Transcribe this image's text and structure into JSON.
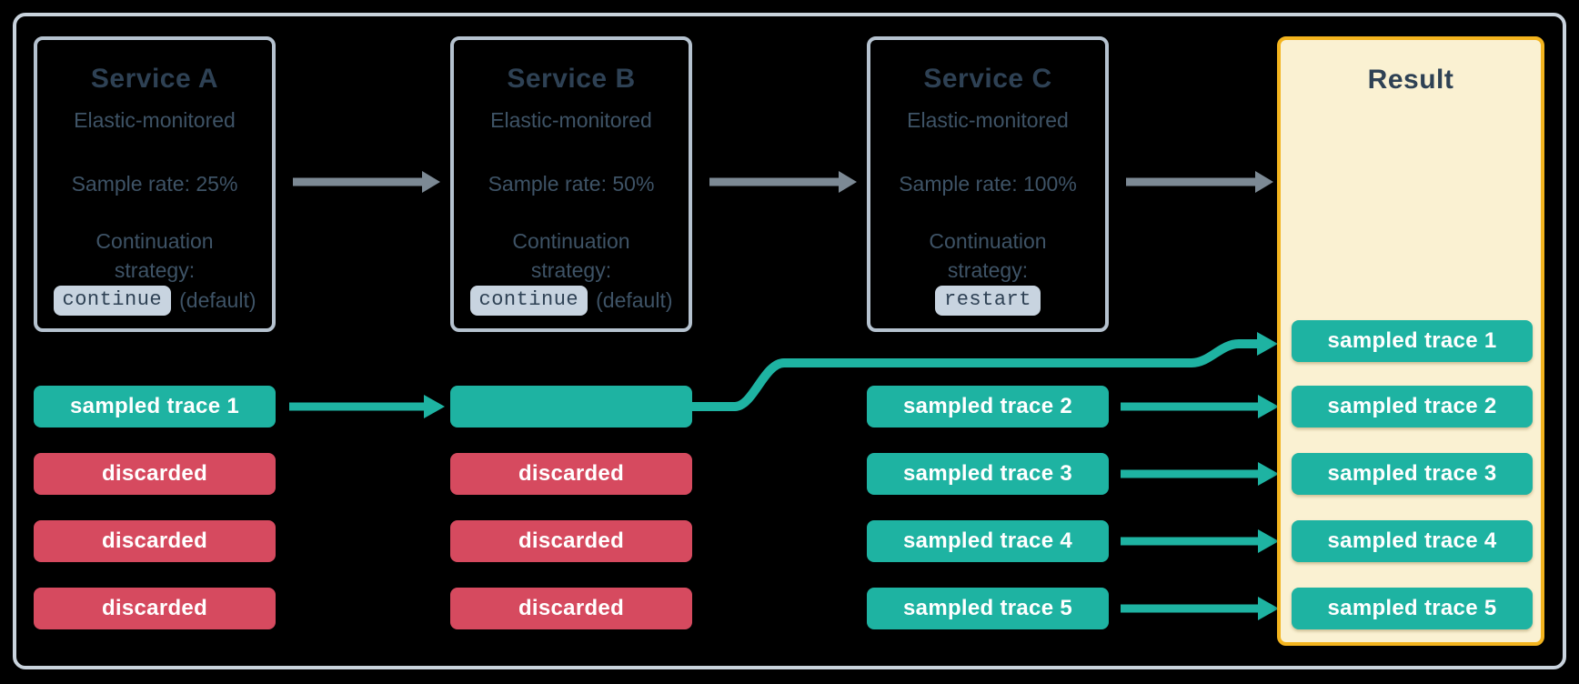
{
  "diagram": {
    "services": [
      {
        "title": "Service A",
        "subtitle": "Elastic-monitored",
        "sample_rate": "Sample rate: 25%",
        "continuation_line1": "Continuation",
        "continuation_line2": "strategy:",
        "strategy": "continue",
        "strategy_note": "(default)"
      },
      {
        "title": "Service B",
        "subtitle": "Elastic-monitored",
        "sample_rate": "Sample rate: 50%",
        "continuation_line1": "Continuation",
        "continuation_line2": "strategy:",
        "strategy": "continue",
        "strategy_note": "(default)"
      },
      {
        "title": "Service C",
        "subtitle": "Elastic-monitored",
        "sample_rate": "Sample rate: 100%",
        "continuation_line1": "Continuation",
        "continuation_line2": "strategy:",
        "strategy": "restart",
        "strategy_note": ""
      }
    ],
    "lanes": {
      "service_a_rows": [
        {
          "label": "sampled trace 1",
          "status": "sampled"
        },
        {
          "label": "discarded",
          "status": "discarded"
        },
        {
          "label": "discarded",
          "status": "discarded"
        },
        {
          "label": "discarded",
          "status": "discarded"
        }
      ],
      "service_b_rows": [
        {
          "label": "",
          "status": "sampled"
        },
        {
          "label": "discarded",
          "status": "discarded"
        },
        {
          "label": "discarded",
          "status": "discarded"
        },
        {
          "label": "discarded",
          "status": "discarded"
        }
      ],
      "service_c_rows": [
        {
          "label": "sampled trace 2",
          "status": "sampled"
        },
        {
          "label": "sampled trace 3",
          "status": "sampled"
        },
        {
          "label": "sampled trace 4",
          "status": "sampled"
        },
        {
          "label": "sampled trace 5",
          "status": "sampled"
        }
      ]
    },
    "result": {
      "title": "Result",
      "rows": [
        "sampled trace 1",
        "sampled trace 2",
        "sampled trace 3",
        "sampled trace 4",
        "sampled trace 5"
      ]
    },
    "colors": {
      "teal": "#1EB3A2",
      "red": "#D64A5F",
      "gold": "#F3B41E",
      "cream": "#FAF1D2",
      "slate_title": "#2E4154",
      "slate_body": "#3E5366",
      "chip_bg": "#C8D4E0",
      "service_border": "#B5C2CF",
      "outer_border": "#C9D3DD",
      "arrow_gray": "#7C8994"
    }
  }
}
